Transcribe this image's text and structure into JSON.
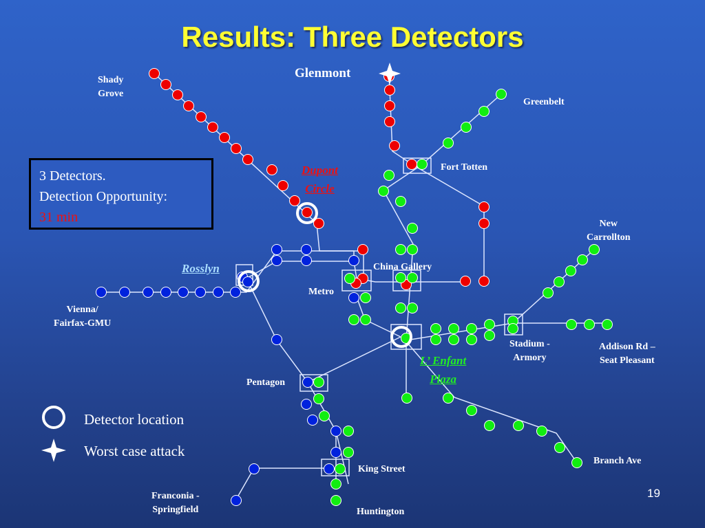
{
  "slide": {
    "title": "Results: Three Detectors",
    "page_number": "19"
  },
  "info_box": {
    "line1": "3 Detectors.",
    "line2": "Detection Opportunity:",
    "highlight": "31 min"
  },
  "legend": {
    "detector": "Detector location",
    "attack": "Worst case attack"
  },
  "labels": {
    "glenmont": "Glenmont",
    "shady_grove_1": "Shady",
    "shady_grove_2": "Grove",
    "greenbelt": "Greenbelt",
    "fort_totten": "Fort Totten",
    "dupont_1": "Dupont",
    "dupont_2": "Circle",
    "new_carrollton_1": "New",
    "new_carrollton_2": "Carrollton",
    "rosslyn": "Rosslyn",
    "china_gallery": "China  Gallery",
    "metro": "Metro",
    "vienna_1": "Vienna/",
    "vienna_2": "Fairfax-GMU",
    "stadium_1": "Stadium -",
    "stadium_2": "Armory",
    "addison_1": "Addison Rd –",
    "addison_2": "Seat Pleasant",
    "lenfant_1": "L’ Enfant",
    "lenfant_2": "Plaza",
    "pentagon": "Pentagon",
    "branch_ave": "Branch Ave",
    "king_street": "King Street",
    "franconia_1": "Franconia -",
    "franconia_2": "Springfield",
    "huntington": "Huntington"
  },
  "colors": {
    "red_line": "#ee0000",
    "green_line": "#11ee11",
    "blue_line": "#0022dd",
    "track": "#dde6ff",
    "title": "#ffff33"
  }
}
